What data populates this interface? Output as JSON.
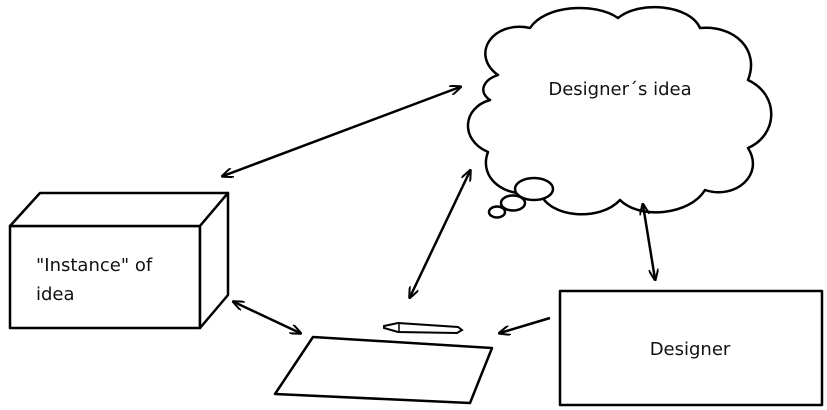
{
  "nodes": {
    "idea": {
      "label": "Designer´s idea"
    },
    "instance": {
      "line1": "\"Instance\" of",
      "line2": "idea"
    },
    "designer": {
      "label": "Designer"
    },
    "paper": {
      "label": ""
    }
  },
  "edges": [
    {
      "from": "instance",
      "to": "idea",
      "direction": "both"
    },
    {
      "from": "paper",
      "to": "idea",
      "direction": "both"
    },
    {
      "from": "idea",
      "to": "designer",
      "direction": "both"
    },
    {
      "from": "instance",
      "to": "paper",
      "direction": "both"
    },
    {
      "from": "designer",
      "to": "paper",
      "direction": "forward"
    }
  ]
}
